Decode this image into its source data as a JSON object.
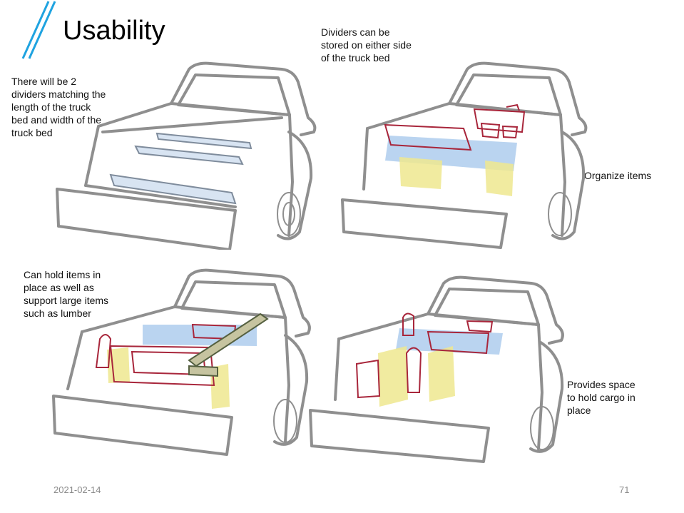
{
  "slide": {
    "title": "Usability",
    "accent_color": "#1fa3e0",
    "annotations": {
      "dividers_count": [
        "There will be 2",
        "dividers matching the",
        "length of the truck",
        "bed and width of the",
        "truck bed"
      ],
      "dividers_storage": [
        "Dividers can be",
        "stored on either side",
        "of the truck bed"
      ],
      "organize": [
        "Organize items"
      ],
      "hold_items": [
        "Can hold items in",
        "place as well as",
        "support large items",
        "such as lumber"
      ],
      "cargo_space": [
        "Provides space",
        "to hold cargo in",
        "place"
      ]
    },
    "sketches": [
      {
        "name": "truck-bed-dividers-stored-sketch"
      },
      {
        "name": "truck-bed-organized-sketch"
      },
      {
        "name": "truck-bed-lumber-sketch"
      },
      {
        "name": "truck-bed-cargo-sketch"
      }
    ],
    "sketch_colors": {
      "outline": "#8f8f8f",
      "box": "#a8263b",
      "blue": "#9cc3ea",
      "yellow": "#f1eca0"
    },
    "footer": {
      "date": "2021-02-14",
      "page_number": "71"
    }
  }
}
